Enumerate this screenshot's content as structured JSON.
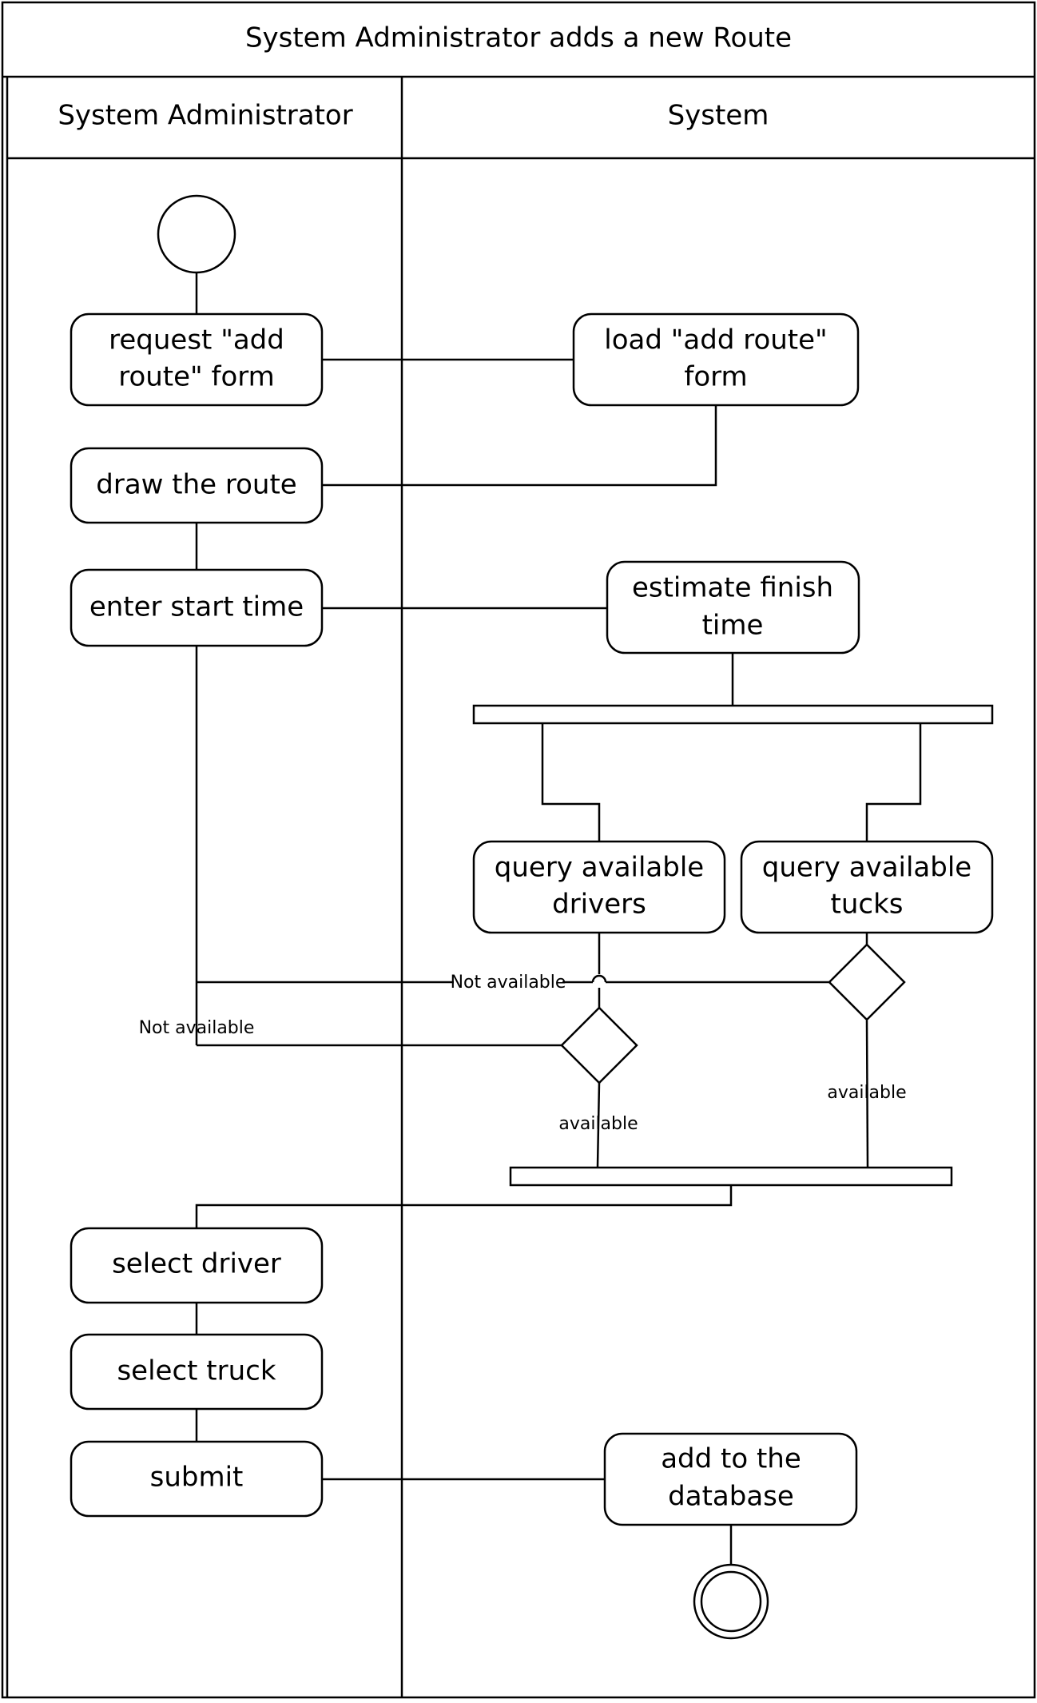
{
  "diagram": {
    "title": "System Administrator adds a new Route",
    "lanes": {
      "admin": "System Administrator",
      "system": "System"
    },
    "actions": {
      "request_form": [
        "request \"add",
        "route\" form"
      ],
      "load_form": [
        "load \"add route\"",
        "form"
      ],
      "draw_route": [
        "draw the route"
      ],
      "enter_start_time": [
        "enter start time"
      ],
      "estimate_finish": [
        "estimate finish",
        "time"
      ],
      "query_drivers": [
        "query available",
        "drivers"
      ],
      "query_trucks": [
        "query available",
        "tucks"
      ],
      "select_driver": [
        "select driver"
      ],
      "select_truck": [
        "select truck"
      ],
      "submit": [
        "submit"
      ],
      "add_db": [
        "add to the",
        "database"
      ]
    },
    "guards": {
      "not_available_trucks": "Not available",
      "not_available_drivers": "Not available",
      "available_drivers": "available",
      "available_trucks": "available"
    }
  }
}
